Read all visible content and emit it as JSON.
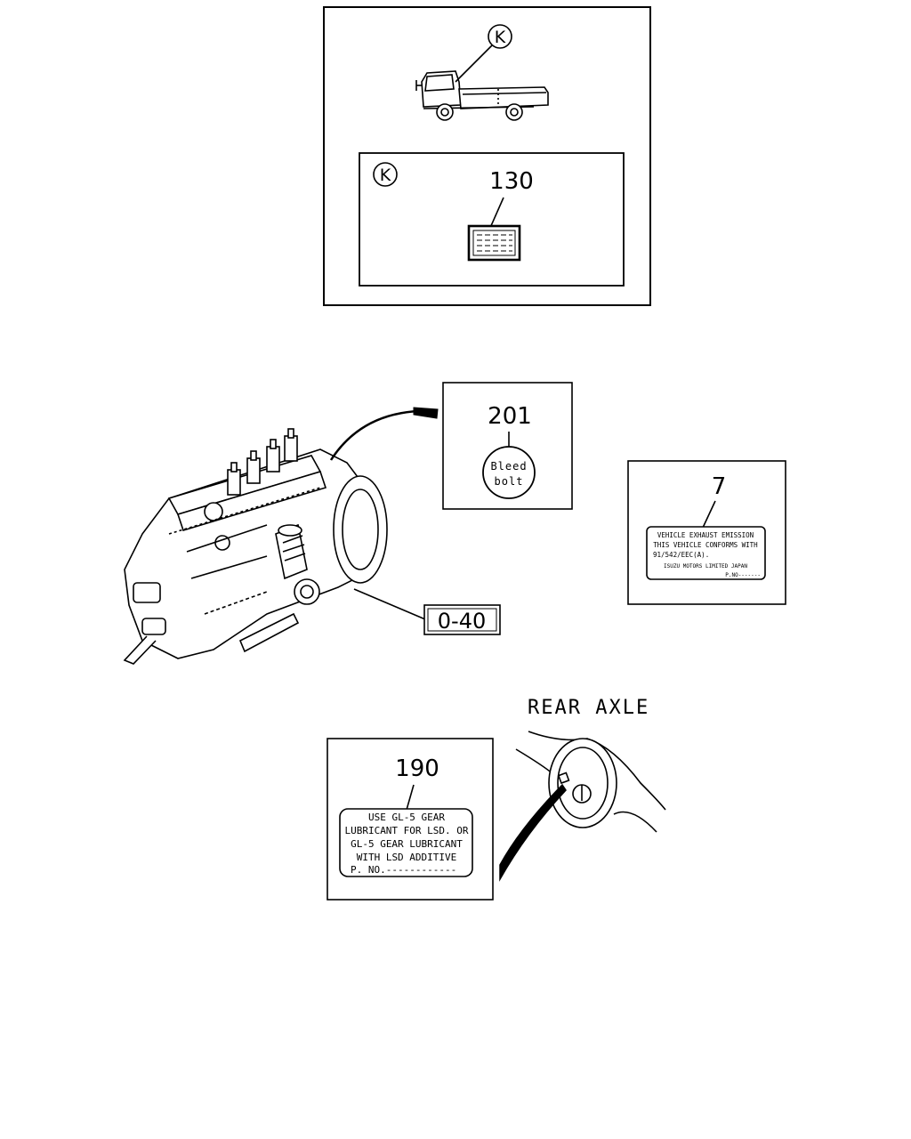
{
  "vehicle_panel": {
    "callout_letter": "K",
    "inset_letter": "K",
    "part_number": "130"
  },
  "injection_pump": {
    "reference_code": "0-40"
  },
  "bleed_bolt_panel": {
    "part_number": "201",
    "label_line1": "Bleed",
    "label_line2": "bolt"
  },
  "emission_panel": {
    "part_number": "7",
    "lines": [
      "VEHICLE EXHAUST EMISSION",
      "THIS VEHICLE CONFORMS WITH",
      "91/542/EEC(A).",
      "ISUZU MOTORS LIMITED JAPAN",
      "P.NO-------"
    ]
  },
  "rear_axle": {
    "title": "REAR AXLE"
  },
  "gear_panel": {
    "part_number": "190",
    "lines": [
      "USE GL-5 GEAR",
      "LUBRICANT FOR LSD. OR",
      "GL-5 GEAR LUBRICANT",
      "WITH LSD ADDITIVE",
      "P. NO.------------"
    ]
  }
}
